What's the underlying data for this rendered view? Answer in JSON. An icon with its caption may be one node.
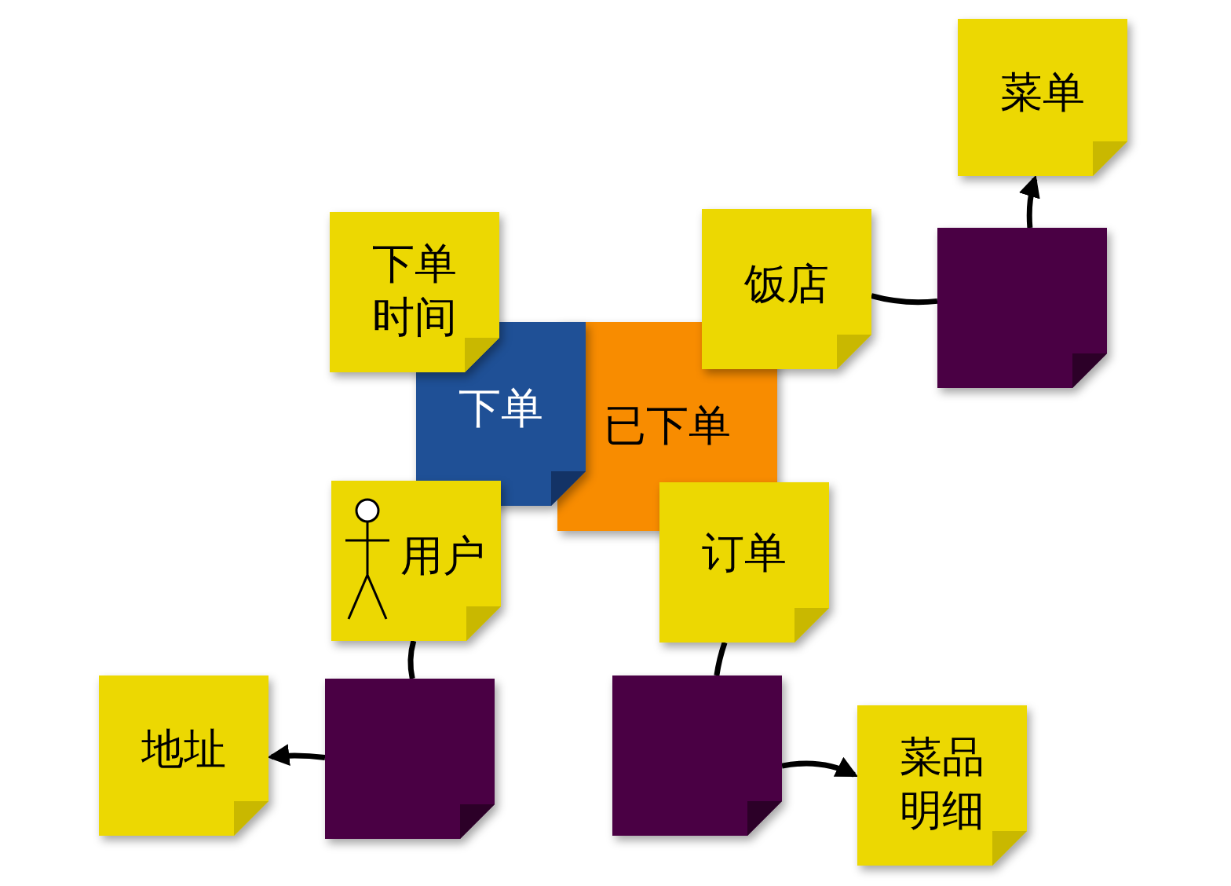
{
  "diagram": {
    "nodes": [
      {
        "text": [
          "菜单"
        ]
      },
      {
        "text": [
          "下单时间"
        ]
      },
      {
        "text": [
          "饭店"
        ]
      },
      {
        "text": [],
        "shape": "box"
      },
      {
        "text": [
          "下单"
        ]
      },
      {
        "text": [
          "已下单"
        ]
      },
      {
        "text": [
          "用户"
        ]
      },
      {
        "text": [
          "订单"
        ]
      },
      {
        "text": [
          "地址"
        ]
      },
      {
        "text": [],
        "shape": "box"
      },
      {
        "text": [],
        "shape": "box"
      },
      {
        "text": [
          "菜品明细"
        ]
      }
    ],
    "edges": [
      {
        "from": 2,
        "to": 3,
        "arrow": "none"
      },
      {
        "from": 3,
        "to": 0,
        "arrow": "to"
      },
      {
        "from": 6,
        "to": 9,
        "arrow": "none"
      },
      {
        "from": 9,
        "to": 8,
        "arrow": "to"
      },
      {
        "from": 7,
        "to": 10,
        "arrow": "none"
      },
      {
        "from": 10,
        "to": 11,
        "arrow": "to"
      }
    ]
  }
}
